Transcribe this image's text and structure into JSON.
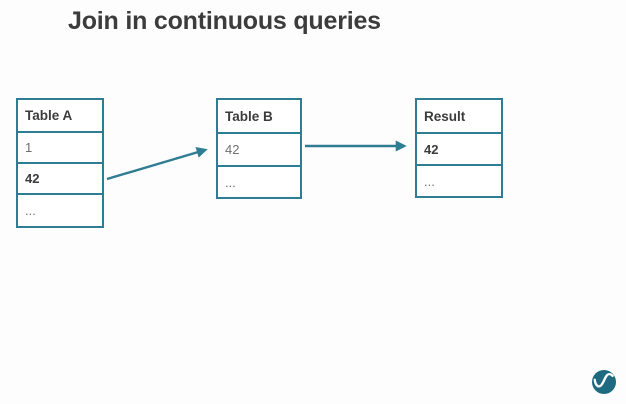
{
  "title": "Join in continuous queries",
  "colors": {
    "accent": "#2e7d92",
    "logo": "#1e6b81",
    "title_text": "#3c3c3c",
    "strong_text": "#3c3c3c",
    "muted_text": "#6f6f6f",
    "background": "#fdfdfd"
  },
  "tables": [
    {
      "header": "Table A",
      "rows": [
        {
          "text": "1",
          "emphasis": false
        },
        {
          "text": "42",
          "emphasis": true
        },
        {
          "text": "...",
          "emphasis": false
        }
      ]
    },
    {
      "header": "Table B",
      "rows": [
        {
          "text": "42",
          "emphasis": false
        },
        {
          "text": "...",
          "emphasis": false
        }
      ]
    },
    {
      "header": "Result",
      "rows": [
        {
          "text": "42",
          "emphasis": true
        },
        {
          "text": "...",
          "emphasis": false
        }
      ]
    }
  ],
  "arrows": [
    {
      "from": "Table A row 42",
      "to": "Table B row 42"
    },
    {
      "from": "Table B row 42",
      "to": "Result row 42"
    }
  ],
  "logo": {
    "name": "wave-logo"
  }
}
